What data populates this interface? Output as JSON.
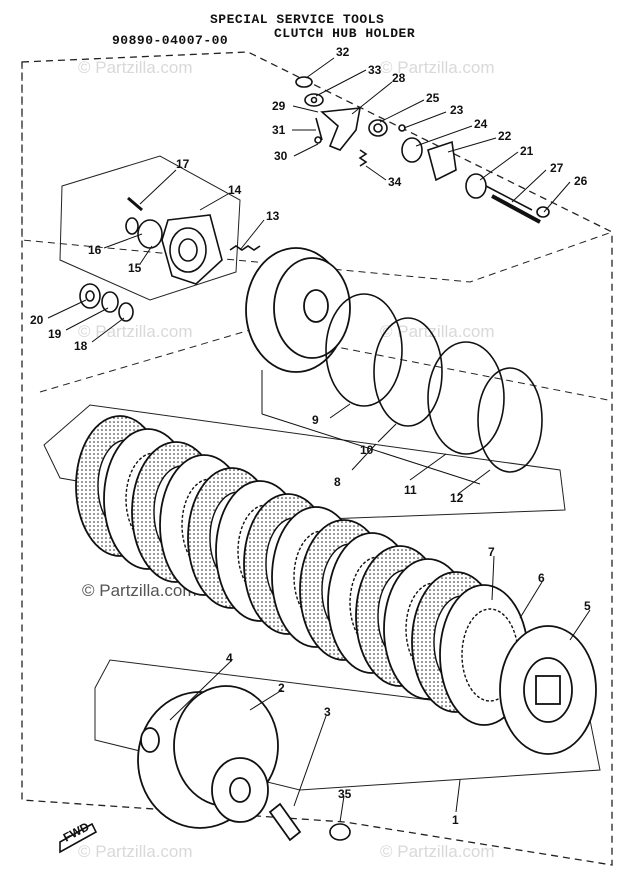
{
  "header": {
    "line1": "SPECIAL SERVICE TOOLS",
    "part_number": "90890-04007-00",
    "tool_name": "CLUTCH HUB HOLDER"
  },
  "watermark": {
    "text": "© Partzilla.com"
  },
  "callouts": {
    "c1": "1",
    "c2": "2",
    "c3": "3",
    "c4": "4",
    "c5": "5",
    "c6": "6",
    "c7": "7",
    "c8": "8",
    "c9": "9",
    "c10": "10",
    "c11": "11",
    "c12": "12",
    "c13": "13",
    "c14": "14",
    "c15": "15",
    "c16": "16",
    "c17": "17",
    "c18": "18",
    "c19": "19",
    "c20": "20",
    "c21": "21",
    "c22": "22",
    "c23": "23",
    "c24": "24",
    "c25": "25",
    "c26": "26",
    "c27": "27",
    "c28": "28",
    "c29": "29",
    "c30": "30",
    "c31": "31",
    "c32": "32",
    "c33": "33",
    "c34": "34",
    "c35": "35"
  },
  "fwd_label": "FWD"
}
